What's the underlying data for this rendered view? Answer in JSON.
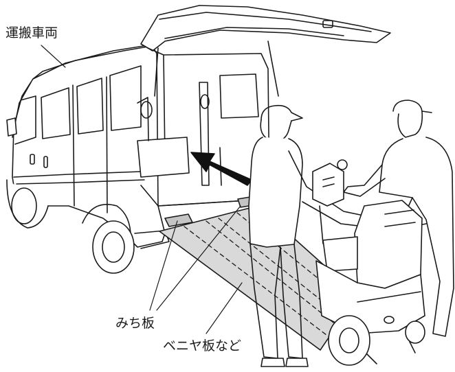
{
  "labels": {
    "vehicle": "運搬車両",
    "michi_ita": "みち板",
    "plywood": "ベニヤ板など"
  },
  "colors": {
    "line": "#1a1a1a",
    "board_fill": "#d9d9d9",
    "board_dark": "#c4c4c4",
    "arrow": "#111111"
  },
  "icons": {
    "arrow": "loading-direction-arrow-icon",
    "car_brand": "suzuki-emblem-icon"
  }
}
